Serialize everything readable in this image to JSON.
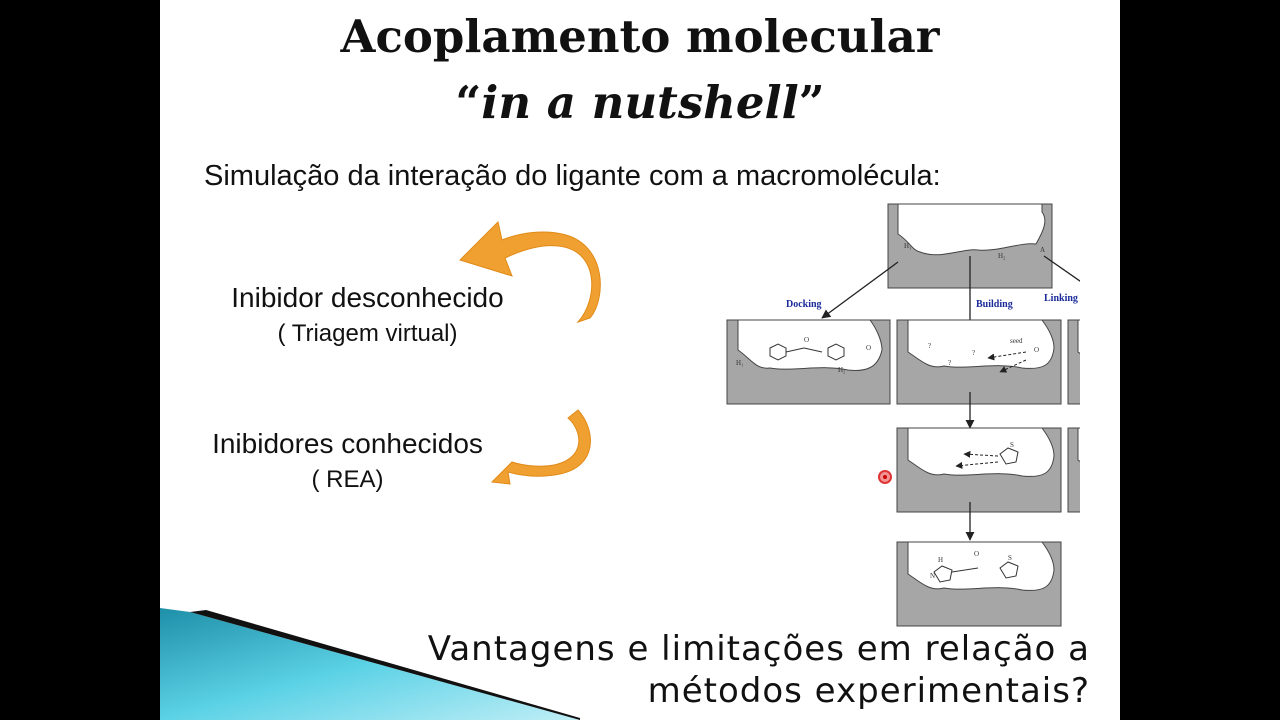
{
  "slide": {
    "title_line1": "Acoplamento molecular",
    "title_quote_open": "“",
    "title_em": "in a nutshell",
    "title_quote_close": "”",
    "subtitle": "Simulação da interação do ligante com a macromolécula:",
    "left_labels": {
      "unknown": "Inibidor desconhecido",
      "unknown_sub": "( Triagem virtual)",
      "known": "Inibidores conhecidos",
      "known_sub": "( REA)"
    },
    "question_line1": "Vantagens e limitações em relação a",
    "question_line2": "métodos experimentais?"
  },
  "diagram": {
    "methods": {
      "docking": "Docking",
      "building": "Building",
      "linking": "Linking"
    },
    "seed": "seed",
    "site_labels": {
      "h1": "H₁",
      "h2": "H₂",
      "a": "A",
      "oh_o": "O",
      "oh_h": "H",
      "s": "S",
      "nh": "H",
      "n": "N",
      "q": "?"
    }
  },
  "colors": {
    "arrow_orange": "#f0a030",
    "pocket_gray": "#a6a6a6",
    "method_label": "#1a2a9a",
    "corner_teal": "#3fb6cc"
  }
}
